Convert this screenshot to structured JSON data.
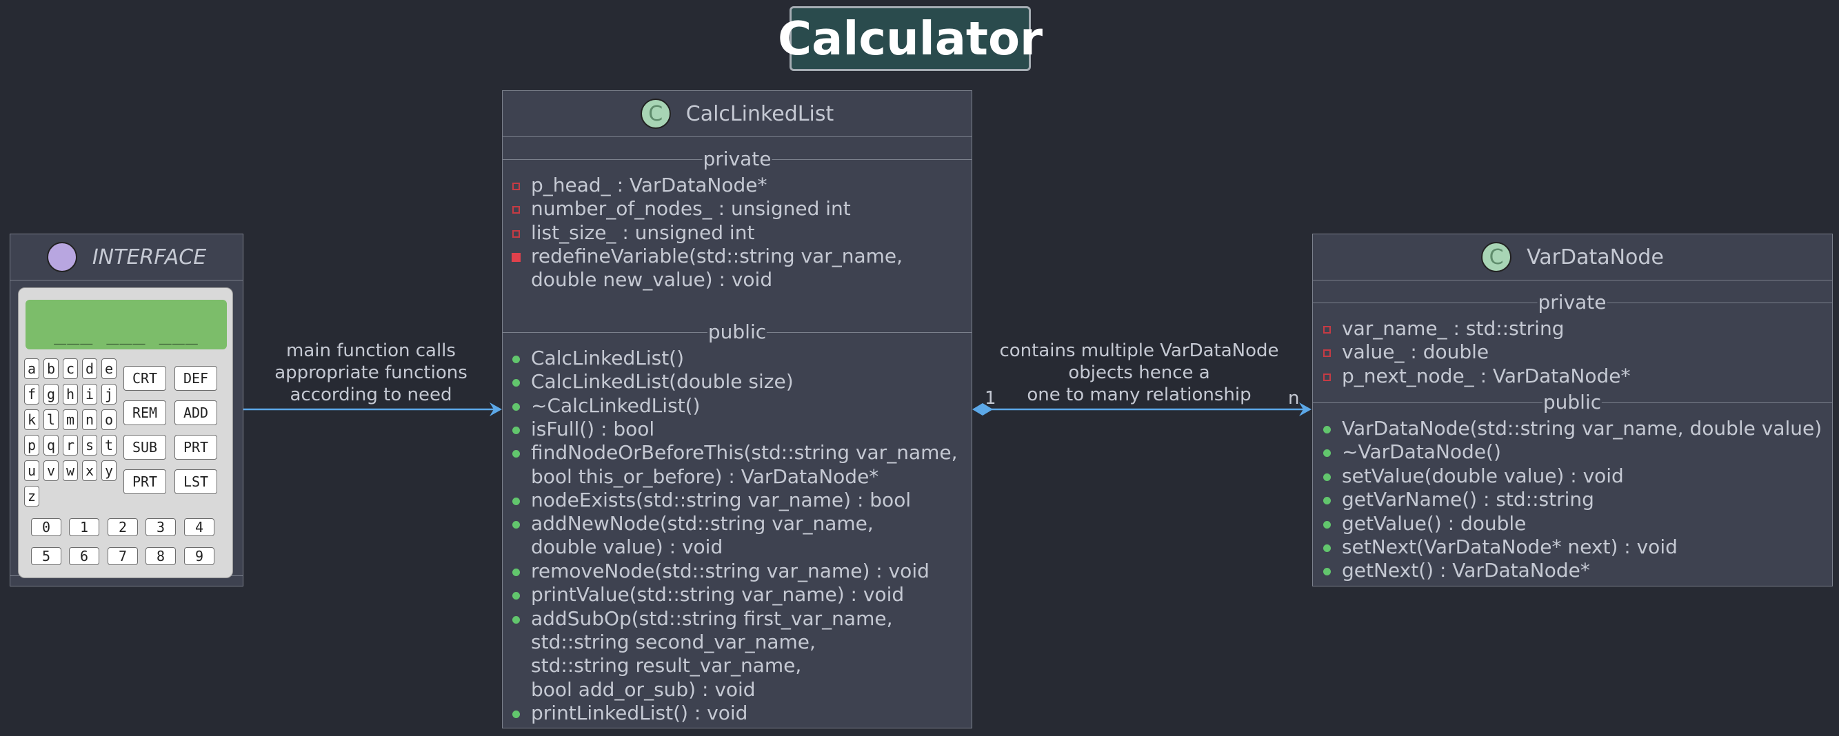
{
  "title": "Calculator",
  "interface": {
    "name": "INTERFACE",
    "screen": "___ ___ ___",
    "letter_keys": [
      "a",
      "b",
      "c",
      "d",
      "e",
      "f",
      "g",
      "h",
      "i",
      "j",
      "k",
      "l",
      "m",
      "n",
      "o",
      "p",
      "q",
      "r",
      "s",
      "t",
      "u",
      "v",
      "w",
      "x",
      "y",
      "z"
    ],
    "command_keys": [
      "CRT",
      "DEF",
      "REM",
      "ADD",
      "SUB",
      "PRT",
      "PRT",
      "LST"
    ],
    "digit_keys": [
      "0",
      "1",
      "2",
      "3",
      "4",
      "5",
      "6",
      "7",
      "8",
      "9"
    ]
  },
  "calc_linked_list": {
    "name": "CalcLinkedList",
    "stereotype_letter": "C",
    "private_label": "private",
    "public_label": "public",
    "private_members": [
      "p_head_ : VarDataNode*",
      "number_of_nodes_ : unsigned int",
      "list_size_ : unsigned int",
      "redefineVariable(std::string var_name,",
      "double new_value) : void"
    ],
    "public_members": [
      "CalcLinkedList()",
      "CalcLinkedList(double size)",
      "~CalcLinkedList()",
      "isFull() : bool",
      "findNodeOrBeforeThis(std::string var_name,",
      "bool this_or_before) : VarDataNode*",
      "nodeExists(std::string var_name) : bool",
      "addNewNode(std::string var_name,",
      "double value) : void",
      "removeNode(std::string var_name) : void",
      "printValue(std::string var_name) : void",
      "addSubOp(std::string first_var_name,",
      "std::string second_var_name,",
      "std::string result_var_name,",
      "bool add_or_sub) : void",
      "printLinkedList() : void"
    ]
  },
  "var_data_node": {
    "name": "VarDataNode",
    "stereotype_letter": "C",
    "private_label": "private",
    "public_label": "public",
    "private_members": [
      "var_name_ : std::string",
      "value_ : double",
      "p_next_node_ : VarDataNode*"
    ],
    "public_members": [
      "VarDataNode(std::string var_name, double value)",
      "~VarDataNode()",
      "setValue(double value) : void",
      "getVarName() : std::string",
      "getValue() : double",
      "setNext(VarDataNode* next) : void",
      "getNext() : VarDataNode*"
    ]
  },
  "relations": {
    "interface_to_list": [
      "main function calls",
      "appropriate functions",
      "according to need"
    ],
    "list_to_node": [
      "contains multiple VarDataNode",
      "objects  hence a",
      "one to many relationship"
    ],
    "list_multiplicity": "1",
    "node_multiplicity": "n"
  },
  "colors": {
    "background": "#272a33",
    "class_fill": "#3e4250",
    "arrow": "#5ca8e8",
    "title_fill": "#2a4b4d"
  }
}
